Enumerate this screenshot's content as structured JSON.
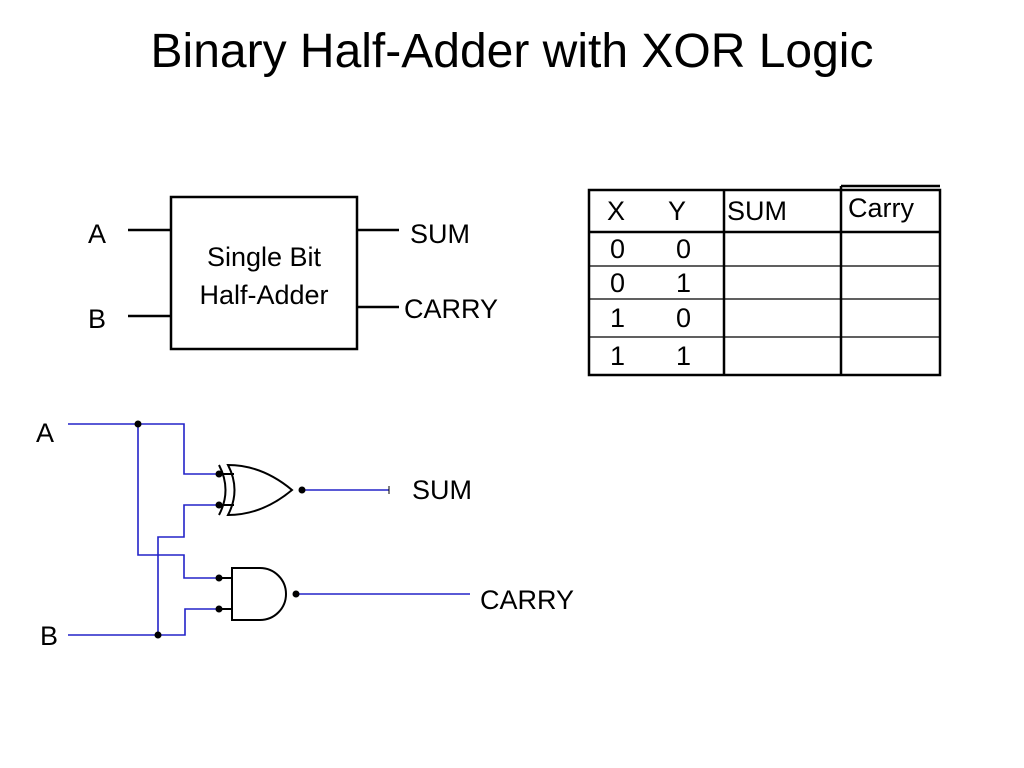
{
  "title": "Binary Half-Adder with XOR Logic",
  "block": {
    "line1": "Single Bit",
    "line2": "Half-Adder",
    "input_a": "A",
    "input_b": "B",
    "output_sum": "SUM",
    "output_carry": "CARRY"
  },
  "truth_table": {
    "headers": [
      "X",
      "Y",
      "SUM",
      "Carry"
    ],
    "rows": [
      [
        "0",
        "0",
        "",
        ""
      ],
      [
        "0",
        "1",
        "",
        ""
      ],
      [
        "1",
        "0",
        "",
        ""
      ],
      [
        "1",
        "1",
        "",
        ""
      ]
    ]
  },
  "circuit": {
    "input_a": "A",
    "input_b": "B",
    "output_sum": "SUM",
    "output_carry": "CARRY",
    "gates": [
      "xor-gate",
      "and-gate"
    ],
    "wire_color": "#2323c8"
  }
}
